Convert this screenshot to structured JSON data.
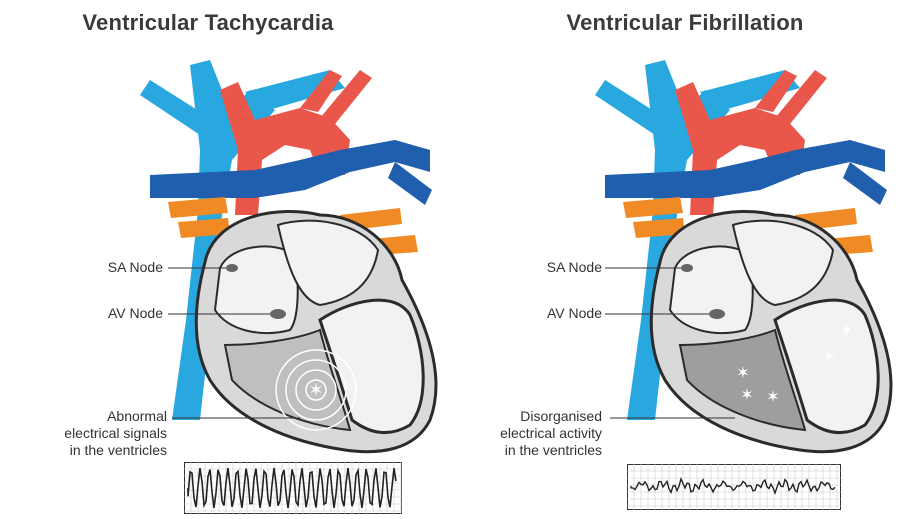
{
  "panels": [
    {
      "title": "Ventricular Tachycardia",
      "labels": {
        "sa": "SA Node",
        "av": "AV Node",
        "signal_line1": "Abnormal",
        "signal_line2": "electrical signals",
        "signal_line3": "in the ventricles"
      },
      "ecg_pattern": "tachycardia"
    },
    {
      "title": "Ventricular Fibrillation",
      "labels": {
        "sa": "SA Node",
        "av": "AV Node",
        "signal_line1": "Disorganised",
        "signal_line2": "electrical activity",
        "signal_line3": "in the ventricles"
      },
      "ecg_pattern": "fibrillation"
    }
  ],
  "colors": {
    "vein_light_blue": "#29a8e0",
    "vein_dark_blue": "#1f5fae",
    "artery_red": "#e8574a",
    "pulmonary_orange": "#f08a24",
    "heart_outline": "#2b2b2b",
    "heart_fill": "#d9d9d9"
  }
}
